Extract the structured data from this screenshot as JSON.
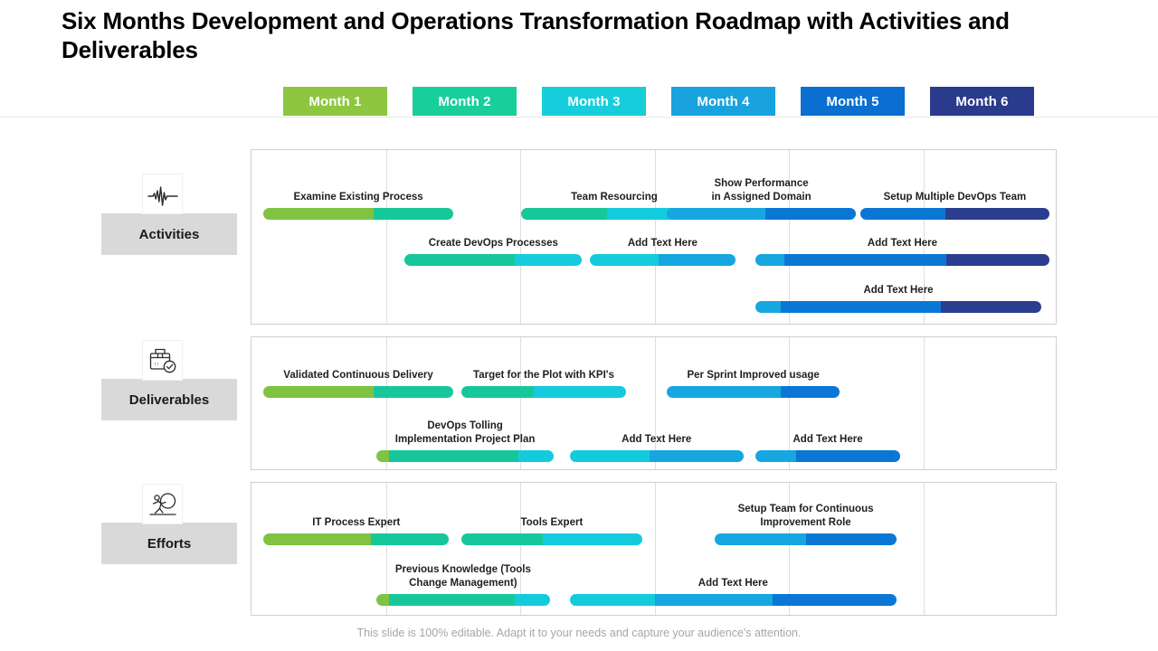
{
  "slide": {
    "title": "Six Months Development and Operations Transformation Roadmap with Activities and Deliverables",
    "footer": "This slide is 100% editable. Adapt it to your needs and capture your audience's attention."
  },
  "palette": {
    "green": "#80C242",
    "teal": "#16C79A",
    "cyan": "#14CBDE",
    "sky": "#16A6E0",
    "blue": "#0B77D4",
    "navy": "#2B3D8F",
    "label_bg": "#D9D9D9",
    "panel_border": "#CFCFCF",
    "grid_line": "#DEDEDE",
    "text": "#1F1F1F",
    "footer_text": "#A6A6A6"
  },
  "timeline": {
    "months": [
      {
        "label": "Month 1",
        "color": "#8DC63F"
      },
      {
        "label": "Month 2",
        "color": "#18CE9B"
      },
      {
        "label": "Month 3",
        "color": "#16CEDB"
      },
      {
        "label": "Month 4",
        "color": "#19A3DE"
      },
      {
        "label": "Month 5",
        "color": "#0A6FD0"
      },
      {
        "label": "Month 6",
        "color": "#2A3A8C"
      }
    ]
  },
  "sections": [
    {
      "id": "activities",
      "label": "Activities",
      "icon": "pulse-heartbeat-icon",
      "rows": [
        {
          "tasks": [
            {
              "label": "Examine Existing Process",
              "start_pct": 1.5,
              "width_pct": 23.5,
              "segments": [
                {
                  "color": "#80C242",
                  "pct": 58
                },
                {
                  "color": "#16C79A",
                  "pct": 42
                }
              ]
            },
            {
              "label": "Team Resourcing",
              "start_pct": 33.5,
              "width_pct": 23.0,
              "segments": [
                {
                  "color": "#16C79A",
                  "pct": 46
                },
                {
                  "color": "#14CBDE",
                  "pct": 54
                }
              ]
            },
            {
              "label": "Show Performance\nin Assigned Domain",
              "start_pct": 51.5,
              "width_pct": 23.5,
              "segments": [
                {
                  "color": "#16A6E0",
                  "pct": 52
                },
                {
                  "color": "#0B77D4",
                  "pct": 48
                }
              ]
            },
            {
              "label": "Setup Multiple DevOps Team",
              "start_pct": 75.5,
              "width_pct": 23.5,
              "segments": [
                {
                  "color": "#0B77D4",
                  "pct": 45
                },
                {
                  "color": "#2B3D8F",
                  "pct": 55
                }
              ]
            }
          ]
        },
        {
          "tasks": [
            {
              "label": "Create DevOps Processes",
              "start_pct": 19.0,
              "width_pct": 22.0,
              "segments": [
                {
                  "color": "#16C79A",
                  "pct": 62
                },
                {
                  "color": "#14CBDE",
                  "pct": 38
                }
              ]
            },
            {
              "label": "Add Text Here",
              "start_pct": 42.0,
              "width_pct": 18.0,
              "segments": [
                {
                  "color": "#14CBDE",
                  "pct": 47
                },
                {
                  "color": "#16A6E0",
                  "pct": 53
                }
              ]
            },
            {
              "label": "Add Text Here",
              "start_pct": 62.5,
              "width_pct": 36.5,
              "segments": [
                {
                  "color": "#16A6E0",
                  "pct": 10
                },
                {
                  "color": "#0B77D4",
                  "pct": 55
                },
                {
                  "color": "#2B3D8F",
                  "pct": 35
                }
              ]
            }
          ]
        },
        {
          "tasks": [
            {
              "label": "Add Text Here",
              "start_pct": 62.5,
              "width_pct": 35.5,
              "segments": [
                {
                  "color": "#16A6E0",
                  "pct": 9
                },
                {
                  "color": "#0B77D4",
                  "pct": 56
                },
                {
                  "color": "#2B3D8F",
                  "pct": 35
                }
              ]
            }
          ]
        }
      ]
    },
    {
      "id": "deliverables",
      "label": "Deliverables",
      "icon": "package-check-icon",
      "rows": [
        {
          "tasks": [
            {
              "label": "Validated Continuous Delivery",
              "start_pct": 1.5,
              "width_pct": 23.5,
              "segments": [
                {
                  "color": "#80C242",
                  "pct": 58
                },
                {
                  "color": "#16C79A",
                  "pct": 42
                }
              ]
            },
            {
              "label": "Target for the Plot with KPI's",
              "start_pct": 26.0,
              "width_pct": 20.5,
              "segments": [
                {
                  "color": "#16C79A",
                  "pct": 44
                },
                {
                  "color": "#14CBDE",
                  "pct": 56
                }
              ]
            },
            {
              "label": "Per Sprint Improved usage",
              "start_pct": 51.5,
              "width_pct": 21.5,
              "segments": [
                {
                  "color": "#16A6E0",
                  "pct": 66
                },
                {
                  "color": "#0B77D4",
                  "pct": 34
                }
              ]
            }
          ]
        },
        {
          "tasks": [
            {
              "label": "DevOps Tolling\nImplementation Project Plan",
              "start_pct": 15.5,
              "width_pct": 22.0,
              "segments": [
                {
                  "color": "#80C242",
                  "pct": 7
                },
                {
                  "color": "#16C79A",
                  "pct": 73
                },
                {
                  "color": "#14CBDE",
                  "pct": 20
                }
              ]
            },
            {
              "label": "Add Text Here",
              "start_pct": 39.5,
              "width_pct": 21.5,
              "segments": [
                {
                  "color": "#14CBDE",
                  "pct": 46
                },
                {
                  "color": "#16A6E0",
                  "pct": 54
                }
              ]
            },
            {
              "label": "Add Text Here",
              "start_pct": 62.5,
              "width_pct": 18.0,
              "segments": [
                {
                  "color": "#16A6E0",
                  "pct": 28
                },
                {
                  "color": "#0B77D4",
                  "pct": 72
                }
              ]
            }
          ]
        }
      ]
    },
    {
      "id": "efforts",
      "label": "Efforts",
      "icon": "person-pushing-boulder-icon",
      "rows": [
        {
          "tasks": [
            {
              "label": "IT Process Expert",
              "start_pct": 1.5,
              "width_pct": 23.0,
              "segments": [
                {
                  "color": "#80C242",
                  "pct": 58
                },
                {
                  "color": "#16C79A",
                  "pct": 42
                }
              ]
            },
            {
              "label": "Tools Expert",
              "start_pct": 26.0,
              "width_pct": 22.5,
              "segments": [
                {
                  "color": "#16C79A",
                  "pct": 45
                },
                {
                  "color": "#14CBDE",
                  "pct": 55
                }
              ]
            },
            {
              "label": "Setup Team for Continuous\nImprovement Role",
              "start_pct": 57.5,
              "width_pct": 22.5,
              "segments": [
                {
                  "color": "#16A6E0",
                  "pct": 50
                },
                {
                  "color": "#0B77D4",
                  "pct": 50
                }
              ]
            }
          ]
        },
        {
          "tasks": [
            {
              "label": "Previous Knowledge (Tools\nChange Management)",
              "start_pct": 15.5,
              "width_pct": 21.5,
              "segments": [
                {
                  "color": "#80C242",
                  "pct": 7
                },
                {
                  "color": "#16C79A",
                  "pct": 73
                },
                {
                  "color": "#14CBDE",
                  "pct": 20
                }
              ]
            },
            {
              "label": "Add Text Here",
              "start_pct": 39.5,
              "width_pct": 40.5,
              "segments": [
                {
                  "color": "#14CBDE",
                  "pct": 26
                },
                {
                  "color": "#16A6E0",
                  "pct": 36
                },
                {
                  "color": "#0B77D4",
                  "pct": 38
                }
              ]
            }
          ]
        }
      ]
    }
  ]
}
